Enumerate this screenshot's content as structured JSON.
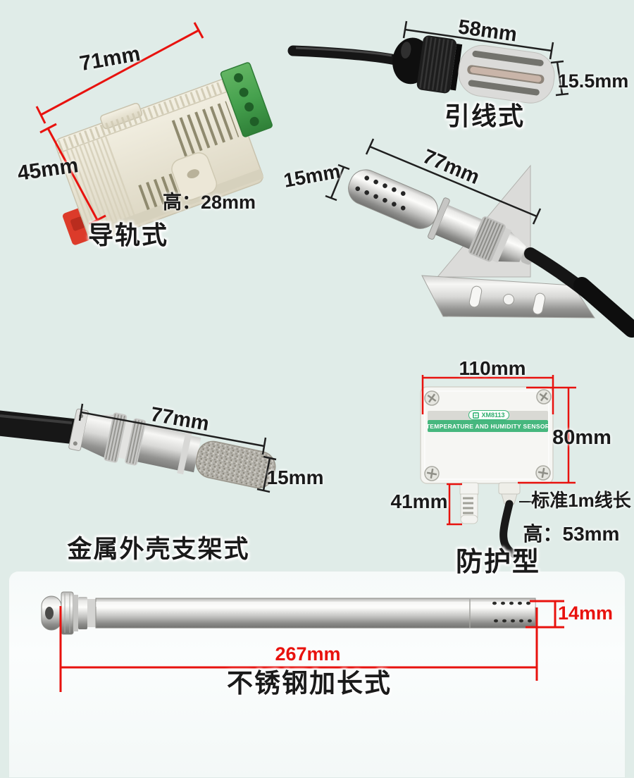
{
  "colors": {
    "background": "#e0ece8",
    "panel": "#f9fcfb",
    "dimension_red": "#e8120e",
    "dimension_black": "#1f1f1f",
    "brand_green": "#3db87c",
    "terminal_green": "#46a14e",
    "clip_red": "#dc3b2a"
  },
  "products": {
    "rail": {
      "name": "导轨式",
      "width": "71mm",
      "height": "45mm",
      "depth": "高：28mm"
    },
    "wired": {
      "name": "引线式",
      "length": "58mm",
      "diameter": "15.5mm"
    },
    "bracket_probe": {
      "length": "77mm",
      "diameter": "15mm"
    },
    "metal_bracket": {
      "name": "金属外壳支架式",
      "length": "77mm",
      "diameter": "15mm"
    },
    "protected": {
      "name": "防护型",
      "width": "110mm",
      "height": "80mm",
      "probe_length": "41mm",
      "cable_note": "标准1m线长",
      "depth": "高：53mm",
      "device_model": "XM8113",
      "device_title": "TEMPERATURE AND HUMIDITY SENSOR"
    },
    "stainless": {
      "name": "不锈钢加长式",
      "length": "267mm",
      "diameter": "14mm"
    }
  }
}
